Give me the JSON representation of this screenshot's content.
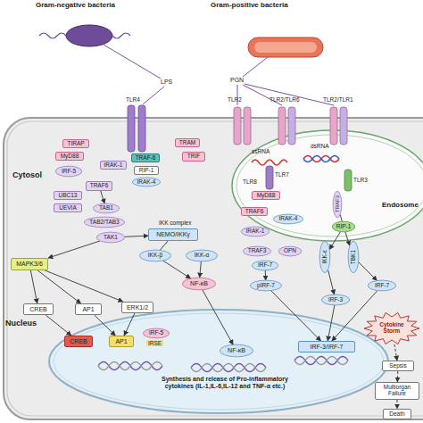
{
  "diagram": {
    "nodes": [
      {
        "text": [
          "TIRAP"
        ]
      },
      {
        "text": [
          "TRAM"
        ]
      },
      {
        "text": [
          "MyD88"
        ]
      },
      {
        "text": [
          "IRAK-1"
        ]
      },
      {
        "text": [
          "TRAF-6"
        ]
      },
      {
        "text": [
          "TRIF"
        ]
      },
      {
        "text": [
          "IRF-5"
        ]
      },
      {
        "text": [
          "RIP-1"
        ]
      },
      {
        "text": [
          "IRAK-4"
        ]
      },
      {
        "text": [
          "TRAF6"
        ]
      },
      {
        "text": [
          "UBC13"
        ]
      },
      {
        "text": [
          "UEVIA"
        ]
      },
      {
        "text": [
          "TAB1"
        ]
      },
      {
        "text": [
          "TAB2/TAB3"
        ]
      },
      {
        "text": [
          "TAK1"
        ]
      },
      {
        "text": [
          "NEMO/IKKγ"
        ]
      },
      {
        "text": [
          "MAPK3/6"
        ]
      },
      {
        "text": [
          "IKK-β"
        ]
      },
      {
        "text": [
          "IKK-α"
        ]
      },
      {
        "text": [
          "NF-κB"
        ]
      },
      {
        "text": [
          "CREB"
        ]
      },
      {
        "text": [
          "AP1"
        ]
      },
      {
        "text": [
          "ERK1/2"
        ]
      },
      {
        "text": [
          "MyD88"
        ]
      },
      {
        "text": [
          "TRAF3"
        ]
      },
      {
        "text": [
          "TRAF6"
        ]
      },
      {
        "text": [
          "IRAK-4"
        ]
      },
      {
        "text": [
          "RIP-1"
        ]
      },
      {
        "text": [
          "IRAK-1"
        ]
      },
      {
        "text": [
          "TRAF3"
        ]
      },
      {
        "text": [
          "OPN"
        ]
      },
      {
        "text": [
          "IKK-ε"
        ]
      },
      {
        "text": [
          "TBK1"
        ]
      },
      {
        "text": [
          "IRF-7"
        ]
      },
      {
        "text": [
          "pIRF-7"
        ]
      },
      {
        "text": [
          "IRF-7"
        ]
      },
      {
        "text": [
          "IRF-3"
        ]
      },
      {
        "text": [
          "CREB"
        ]
      },
      {
        "text": [
          "AP1"
        ]
      },
      {
        "text": [
          "IRF-5"
        ]
      },
      {
        "text": [
          "NF-κB"
        ]
      },
      {
        "text": [
          "IRF-3/IRF-7"
        ]
      },
      {
        "text": [
          "Cytokine Storm"
        ]
      },
      {
        "text": [
          "Sepsis"
        ]
      },
      {
        "text": [
          "Multiorgan Failure"
        ]
      },
      {
        "text": [
          "Death"
        ]
      }
    ],
    "edges": [
      {
        "from": 9,
        "to": 12,
        "arrow": "to"
      },
      {
        "from": 14,
        "to": 16,
        "arrow": "to"
      },
      {
        "from": 14,
        "to": 15,
        "arrow": "to"
      },
      {
        "from": 16,
        "to": 20,
        "arrow": "to"
      },
      {
        "from": 16,
        "to": 21,
        "arrow": "to"
      },
      {
        "from": 16,
        "to": 22,
        "arrow": "to"
      },
      {
        "from": 20,
        "to": 37,
        "arrow": "to"
      },
      {
        "from": 21,
        "to": 38,
        "arrow": "to"
      },
      {
        "from": 22,
        "to": 38,
        "arrow": "to"
      },
      {
        "from": 17,
        "to": 19,
        "arrow": "to"
      },
      {
        "from": 18,
        "to": 19,
        "arrow": "to"
      },
      {
        "from": 19,
        "to": 40,
        "arrow": "to"
      },
      {
        "from": 33,
        "to": 34,
        "arrow": "to"
      },
      {
        "from": 34,
        "to": 41,
        "arrow": "to"
      },
      {
        "from": 36,
        "to": 41,
        "arrow": "to"
      },
      {
        "from": 35,
        "to": 41,
        "arrow": "to"
      },
      {
        "from": 31,
        "to": 36,
        "arrow": "to"
      },
      {
        "from": 32,
        "to": 35,
        "arrow": "to"
      },
      {
        "from": 27,
        "to": 31,
        "arrow": "to"
      },
      {
        "from": 27,
        "to": 32,
        "arrow": "to"
      },
      {
        "from": 24,
        "to": 27,
        "arrow": "none"
      },
      {
        "from": 42,
        "to": 43,
        "arrow": "to"
      },
      {
        "from": 43,
        "to": 44,
        "arrow": "to"
      },
      {
        "from": 44,
        "to": 45,
        "arrow": "to"
      },
      {
        "from": 15,
        "to": 17,
        "arrow": "none"
      }
    ],
    "labels": [
      "Gram-negative bacteria",
      "Gram-positive bacteria",
      "LPS",
      "PGN",
      "TLR4",
      "TLR2",
      "TLR2/TLR6",
      "TLR2/TLR1",
      "Cytosol",
      "IKK complex",
      "Nucleus",
      "Endosome",
      "ssRNA",
      "dsRNA",
      "TLR7",
      "TLR8",
      "TLR3",
      "IRSE",
      "Synthesis and release of Pro-inflammatory cytokines (IL-1,IL-6,IL-12 and TNF-α etc.)"
    ]
  }
}
